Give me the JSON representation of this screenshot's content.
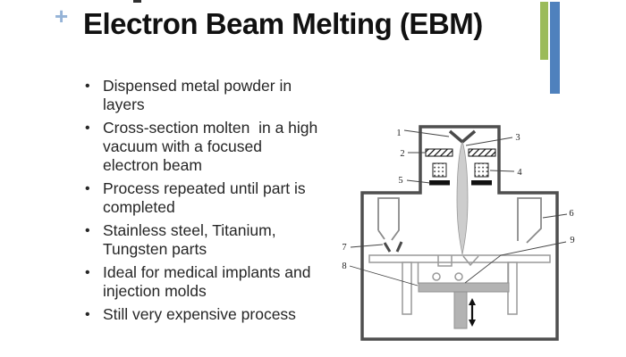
{
  "title": "Electron Beam Melting (EBM)",
  "decor": {
    "plus": "+",
    "plus_color": "#95b3d7",
    "accent_bar_green": "#9bbb59",
    "accent_bar_blue": "#4f81bd"
  },
  "bullets": [
    {
      "lines": [
        "Dispensed metal powder in",
        "layers"
      ]
    },
    {
      "lines": [
        "Cross-section molten  in a high",
        "vacuum with a focused",
        "electron beam"
      ]
    },
    {
      "lines": [
        "Process repeated until part is",
        "completed"
      ]
    },
    {
      "lines": [
        "Stainless steel, Titanium,",
        "Tungsten parts"
      ]
    },
    {
      "lines": [
        "Ideal for medical implants and",
        "injection molds"
      ]
    },
    {
      "lines": [
        "Still very expensive process"
      ]
    }
  ],
  "diagram": {
    "callouts": [
      "1",
      "2",
      "3",
      "4",
      "5",
      "6",
      "7",
      "8",
      "9"
    ],
    "colors": {
      "chamber_wall": "#4f4f4f",
      "beam_fill": "#cdcdcd",
      "platform_fill": "#b3b3b3",
      "outline_gray": "#999999",
      "black_parts": "#111111"
    }
  }
}
